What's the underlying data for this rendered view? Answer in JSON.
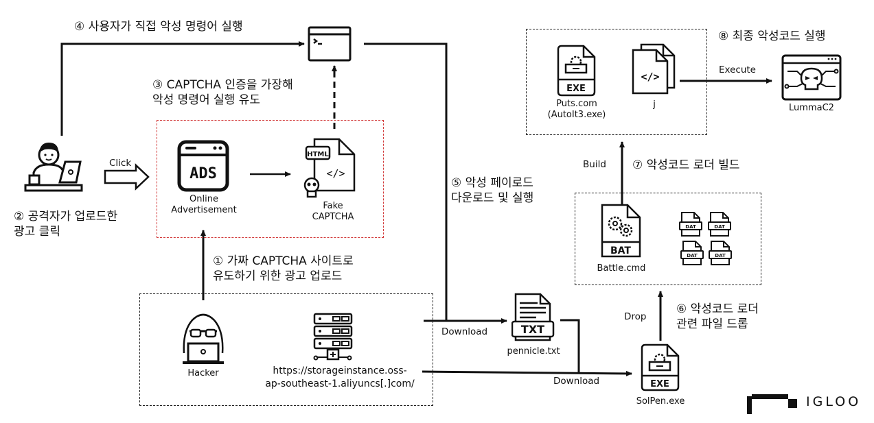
{
  "steps": {
    "s1": [
      "① 가짜 CAPTCHA 사이트로",
      "유도하기 위한 광고 업로드"
    ],
    "s2": [
      "② 공격자가 업로드한",
      "광고 클릭"
    ],
    "s3": [
      "③ CAPTCHA 인증을 가장해",
      "악성 명령어 실행 유도"
    ],
    "s4": "④ 사용자가 직접 악성 명령어 실행",
    "s5": [
      "⑤ 악성 페이로드",
      "다운로드 및 실행"
    ],
    "s6": [
      "⑥ 악성코드 로더",
      "관련 파일 드롭"
    ],
    "s7": "⑦ 악성코드 로더 빌드",
    "s8": "⑧ 최종 악성코드 실행"
  },
  "edges": {
    "click": "Click",
    "download1": "Download",
    "download2": "Download",
    "drop": "Drop",
    "build": "Build",
    "execute": "Execute"
  },
  "nodes": {
    "ad": [
      "Online",
      "Advertisement"
    ],
    "ad_icon_text": "ADS",
    "captcha": [
      "Fake",
      "CAPTCHA"
    ],
    "captcha_icon_text": "HTML",
    "hacker": "Hacker",
    "server_url": [
      "https://storageinstance.oss-",
      "ap-southeast-1.aliyuncs[.]com/"
    ],
    "txt": "pennicle.txt",
    "txt_icon_text": "TXT",
    "solpen": "SolPen.exe",
    "exe_icon_text": "EXE",
    "battle": "Battle.cmd",
    "bat_icon_text": "BAT",
    "dat_icon_text": "DAT",
    "puts": [
      "Puts.com",
      "(AutoIt3.exe)"
    ],
    "j": "j",
    "lumma": "LummaC2"
  },
  "logo": "IGLOO",
  "colors": {
    "line": "#111111",
    "red_box": "#d23a3a"
  }
}
